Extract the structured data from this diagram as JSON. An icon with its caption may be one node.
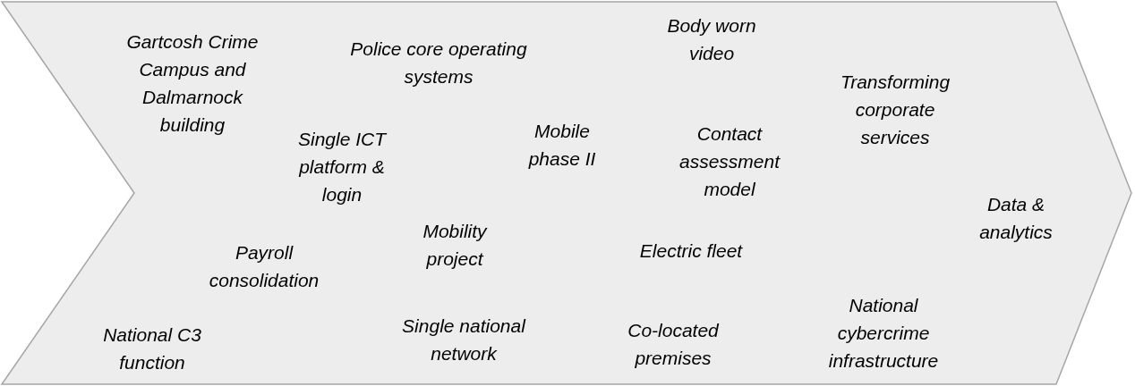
{
  "diagram": {
    "nodes": [
      {
        "text": [
          "Gartcosh Crime Campus and Dalmarnock building",
          "Police core operating systems",
          "Single ICT platform & login",
          "Mobile phase II",
          "Body worn video",
          "Contact assessment model",
          "Transforming corporate services",
          "Data & analytics",
          "Payroll consolidation",
          "Mobility project",
          "Electric fleet",
          "National cybercrime infrastructure",
          "National C3 function",
          "Single national network",
          "Co-located premises"
        ]
      }
    ]
  }
}
